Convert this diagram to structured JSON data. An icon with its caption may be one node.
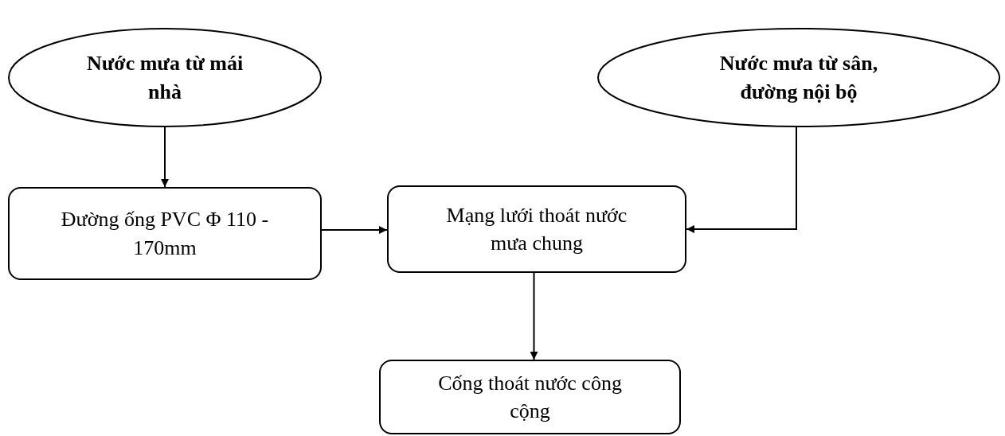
{
  "diagram": {
    "nodes": [
      {
        "text": [
          "Nước mưa từ mái nhà"
        ]
      },
      {
        "text": [
          "Nước mưa từ sân, đường nội bộ"
        ]
      },
      {
        "text": [
          "Đường ống PVC Φ 110 - 170mm"
        ]
      },
      {
        "text": [
          "Mạng lưới thoát nước mưa chung"
        ]
      },
      {
        "text": [
          "Cống thoát nước công cộng"
        ]
      }
    ],
    "edges": [
      {
        "from": 0,
        "to": 2,
        "arrow": "to"
      },
      {
        "from": 2,
        "to": 3,
        "arrow": "to"
      },
      {
        "from": 1,
        "to": 3,
        "arrow": "to"
      },
      {
        "from": 3,
        "to": 4,
        "arrow": "to"
      }
    ]
  }
}
